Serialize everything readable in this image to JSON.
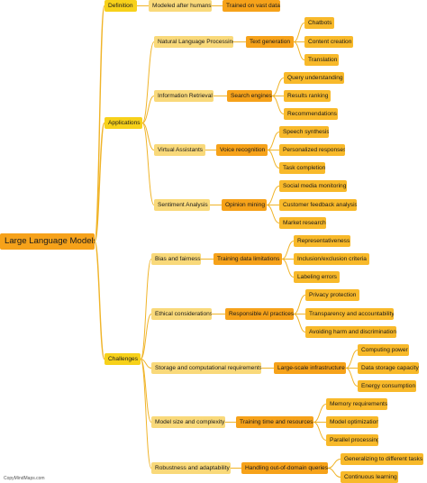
{
  "colors": {
    "link": "#f0b429",
    "root": "#f6a21a",
    "level1": "#f7d11a",
    "level2": "#f9d97a",
    "level3": "#f6a21a",
    "level4": "#f8b92a"
  },
  "root": {
    "label": "Large Language Models"
  },
  "branches": [
    {
      "label": "Definition",
      "children": [
        {
          "label": "Modeled after humans",
          "children": [
            {
              "label": "Trained on vast data"
            }
          ]
        }
      ]
    },
    {
      "label": "Applications",
      "children": [
        {
          "label": "Natural Language Processing",
          "children": [
            {
              "label": "Text generation",
              "children": [
                {
                  "label": "Chatbots"
                },
                {
                  "label": "Content creation"
                },
                {
                  "label": "Translation"
                }
              ]
            }
          ]
        },
        {
          "label": "Information Retrieval",
          "children": [
            {
              "label": "Search engines",
              "children": [
                {
                  "label": "Query understanding"
                },
                {
                  "label": "Results ranking"
                },
                {
                  "label": "Recommendations"
                }
              ]
            }
          ]
        },
        {
          "label": "Virtual Assistants",
          "children": [
            {
              "label": "Voice recognition",
              "children": [
                {
                  "label": "Speech synthesis"
                },
                {
                  "label": "Personalized responses"
                },
                {
                  "label": "Task completion"
                }
              ]
            }
          ]
        },
        {
          "label": "Sentiment Analysis",
          "children": [
            {
              "label": "Opinion mining",
              "children": [
                {
                  "label": "Social media monitoring"
                },
                {
                  "label": "Customer feedback analysis"
                },
                {
                  "label": "Market research"
                }
              ]
            }
          ]
        }
      ]
    },
    {
      "label": "Challenges",
      "children": [
        {
          "label": "Bias and fairness",
          "children": [
            {
              "label": "Training data limitations",
              "children": [
                {
                  "label": "Representativeness"
                },
                {
                  "label": "Inclusion/exclusion criteria"
                },
                {
                  "label": "Labeling errors"
                }
              ]
            }
          ]
        },
        {
          "label": "Ethical considerations",
          "children": [
            {
              "label": "Responsible AI practices",
              "children": [
                {
                  "label": "Privacy protection"
                },
                {
                  "label": "Transparency and accountability"
                },
                {
                  "label": "Avoiding harm and discrimination"
                }
              ]
            }
          ]
        },
        {
          "label": "Storage and computational requirements",
          "children": [
            {
              "label": "Large-scale infrastructure",
              "children": [
                {
                  "label": "Computing power"
                },
                {
                  "label": "Data storage capacity"
                },
                {
                  "label": "Energy consumption"
                }
              ]
            }
          ]
        },
        {
          "label": "Model size and complexity",
          "children": [
            {
              "label": "Training time and resources",
              "children": [
                {
                  "label": "Memory requirements"
                },
                {
                  "label": "Model optimization"
                },
                {
                  "label": "Parallel processing"
                }
              ]
            }
          ]
        },
        {
          "label": "Robustness and adaptability",
          "children": [
            {
              "label": "Handling out-of-domain queries",
              "children": [
                {
                  "label": "Generalizing to different tasks"
                },
                {
                  "label": "Continuous learning"
                }
              ]
            }
          ]
        }
      ]
    }
  ],
  "watermark": "CopyMindMaps.com"
}
